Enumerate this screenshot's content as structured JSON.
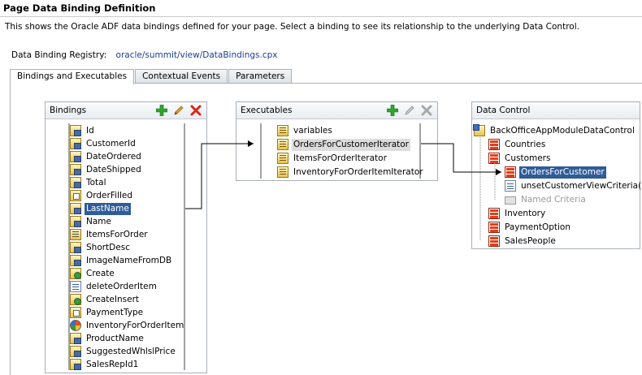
{
  "page": {
    "title": "Page Data Binding Definition",
    "description": "This shows the Oracle ADF data bindings defined for your page. Select a binding to see its relationship to the underlying Data Control.",
    "registry_label": "Data Binding Registry:",
    "registry_link": "oracle/summit/view/DataBindings.cpx"
  },
  "tabs": [
    {
      "label": "Bindings and Executables",
      "active": true
    },
    {
      "label": "Contextual Events",
      "active": false
    },
    {
      "label": "Parameters",
      "active": false
    }
  ],
  "bindings": {
    "title": "Bindings",
    "buttons": [
      "add-icon",
      "edit-icon",
      "delete-icon"
    ],
    "items": [
      {
        "label": "Id",
        "icon": "attribute-icon"
      },
      {
        "label": "CustomerId",
        "icon": "attribute-icon"
      },
      {
        "label": "DateOrdered",
        "icon": "attribute-icon"
      },
      {
        "label": "DateShipped",
        "icon": "attribute-icon"
      },
      {
        "label": "Total",
        "icon": "attribute-icon"
      },
      {
        "label": "OrderFilled",
        "icon": "list-icon"
      },
      {
        "label": "LastName",
        "icon": "attribute-icon",
        "selected": true
      },
      {
        "label": "Name",
        "icon": "attribute-icon"
      },
      {
        "label": "ItemsForOrder",
        "icon": "tree-icon"
      },
      {
        "label": "ShortDesc",
        "icon": "attribute-icon"
      },
      {
        "label": "ImageNameFromDB",
        "icon": "attribute-icon"
      },
      {
        "label": "Create",
        "icon": "action-icon"
      },
      {
        "label": "deleteOrderItem",
        "icon": "method-icon"
      },
      {
        "label": "CreateInsert",
        "icon": "action-icon"
      },
      {
        "label": "PaymentType",
        "icon": "list-icon"
      },
      {
        "label": "InventoryForOrderItem",
        "icon": "navigation-list-icon"
      },
      {
        "label": "ProductName",
        "icon": "attribute-icon"
      },
      {
        "label": "SuggestedWhlslPrice",
        "icon": "attribute-icon"
      },
      {
        "label": "SalesRepId1",
        "icon": "attribute-icon"
      }
    ]
  },
  "executables": {
    "title": "Executables",
    "buttons": [
      "add-icon",
      "edit-icon",
      "delete-icon"
    ],
    "items": [
      {
        "label": "variables",
        "icon": "iterator-icon"
      },
      {
        "label": "OrdersForCustomerIterator",
        "icon": "iterator-icon",
        "highlighted": true
      },
      {
        "label": "ItemsForOrderIterator",
        "icon": "iterator-icon"
      },
      {
        "label": "InventoryForOrderItemIterator",
        "icon": "iterator-icon"
      }
    ]
  },
  "data_control": {
    "title": "Data Control",
    "root": "BackOfficeAppModuleDataControl",
    "items": [
      {
        "label": "Countries",
        "icon": "collection-icon"
      },
      {
        "label": "Customers",
        "icon": "collection-icon"
      },
      {
        "label": "OrdersForCustomer",
        "icon": "collection-icon",
        "selected": true
      },
      {
        "label": "unsetCustomerViewCriteria()",
        "icon": "method-icon"
      },
      {
        "label": "Named Criteria",
        "icon": "folder-icon",
        "disabled": true
      },
      {
        "label": "Inventory",
        "icon": "collection-icon"
      },
      {
        "label": "PaymentOption",
        "icon": "collection-icon"
      },
      {
        "label": "SalesPeople",
        "icon": "collection-icon"
      }
    ]
  },
  "colors": {
    "selection": "#2f5c99",
    "add": "#2fa52f",
    "delete": "#d9261c",
    "link": "#1a3f8f"
  }
}
